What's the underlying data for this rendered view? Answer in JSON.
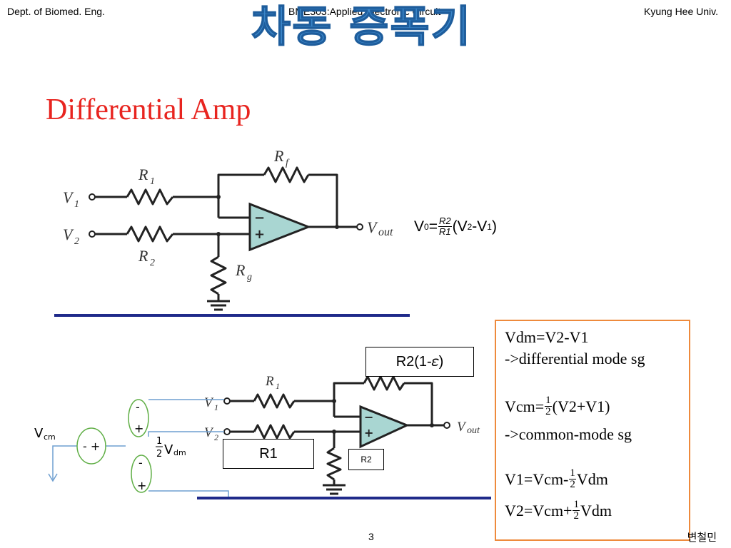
{
  "header": {
    "left": "Dept. of Biomed. Eng.",
    "center": "BME303:Applied Electronic Circuit",
    "right": "Kyung Hee Univ."
  },
  "title_korean": "차동 증폭기",
  "title_english": "Differential Amp",
  "top_circuit": {
    "labels": {
      "v1": "V",
      "v1_sub": "1",
      "v2": "V",
      "v2_sub": "2",
      "r1": "R",
      "r1_sub": "1",
      "r2": "R",
      "r2_sub": "2",
      "rf": "R",
      "rf_sub": "f",
      "rg": "R",
      "rg_sub": "g",
      "vout": "V",
      "vout_sub": "out",
      "minus": "−",
      "plus": "+"
    },
    "formula": {
      "lhs": "V",
      "lhs_sub": "0",
      "eq": "=",
      "num": "R2",
      "den": "R1",
      "paren_open": "(V",
      "sub2": "2",
      "dash": "-V",
      "sub1": "1",
      "paren_close": ")"
    }
  },
  "bottom_circuit": {
    "labels": {
      "v1": "V",
      "v1_sub": "1",
      "v2": "V",
      "v2_sub": "2",
      "r1": "R",
      "r1_sub": "1",
      "vout": "V",
      "vout_sub": "out",
      "minus": "−",
      "plus": "+"
    },
    "box_r2_eps": "R2(1-𝜀)",
    "box_r1": "R1",
    "box_r2": "R2",
    "vcm": "V",
    "vcm_sub": "cm",
    "source_cm": "- +",
    "src_top_minus": "-",
    "src_top_plus": "+",
    "src_bot_minus": "-",
    "src_bot_plus": "+",
    "vdm_num": "1",
    "vdm_den": "2",
    "vdm": "V",
    "vdm_sub": "dm"
  },
  "info_box": {
    "l1": "Vdm=V2-V1",
    "l2": "->differential mode sg",
    "l3_pre": "Vcm= ",
    "l3_num": "1",
    "l3_den": "2",
    "l3_post": "(V2+V1)",
    "l4": "->common-mode sg",
    "l5_pre": "V1=Vcm-",
    "l5_num": "1",
    "l5_den": "2",
    "l5_post": "Vdm",
    "l6_pre": "V2=Vcm+ ",
    "l6_num": "1",
    "l6_den": "2",
    "l6_post": "Vdm"
  },
  "footer": {
    "page": "3",
    "author": "변철민"
  },
  "colors": {
    "title_ko": "#3b86c9",
    "title_en": "#e8241f",
    "opamp_fill": "#a9d6d2",
    "rule": "#1f2a8a",
    "wire_blue": "#6f9fd0",
    "source_green": "#5fae45",
    "info_border": "#ee8a3c"
  }
}
